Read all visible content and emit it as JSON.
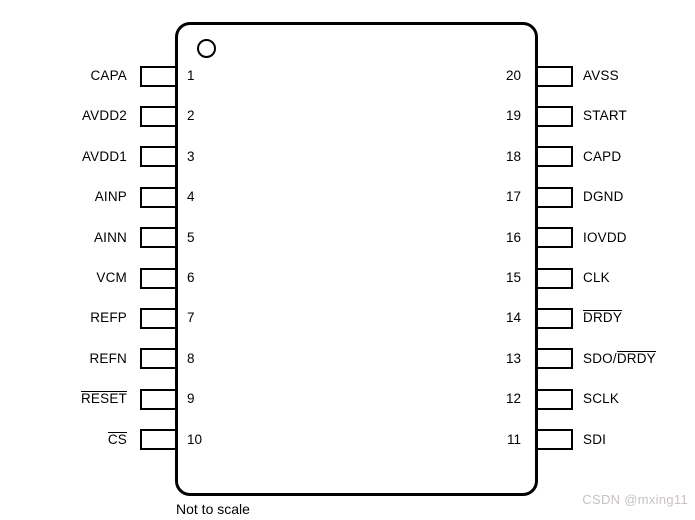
{
  "figure": {
    "caption": "Not to scale",
    "watermark": "CSDN @mxing11",
    "colors": {
      "line": "#000000",
      "background": "#ffffff",
      "watermark_text": "#c8c2c2"
    }
  },
  "chip": {
    "pin_count": 20,
    "pins_left": [
      {
        "num": "1",
        "segments": [
          {
            "text": "CAPA",
            "overline": false
          }
        ]
      },
      {
        "num": "2",
        "segments": [
          {
            "text": "AVDD2",
            "overline": false
          }
        ]
      },
      {
        "num": "3",
        "segments": [
          {
            "text": "AVDD1",
            "overline": false
          }
        ]
      },
      {
        "num": "4",
        "segments": [
          {
            "text": "AINP",
            "overline": false
          }
        ]
      },
      {
        "num": "5",
        "segments": [
          {
            "text": "AINN",
            "overline": false
          }
        ]
      },
      {
        "num": "6",
        "segments": [
          {
            "text": "VCM",
            "overline": false
          }
        ]
      },
      {
        "num": "7",
        "segments": [
          {
            "text": "REFP",
            "overline": false
          }
        ]
      },
      {
        "num": "8",
        "segments": [
          {
            "text": "REFN",
            "overline": false
          }
        ]
      },
      {
        "num": "9",
        "segments": [
          {
            "text": "RESET",
            "overline": true
          }
        ]
      },
      {
        "num": "10",
        "segments": [
          {
            "text": "CS",
            "overline": true
          }
        ]
      }
    ],
    "pins_right": [
      {
        "num": "20",
        "segments": [
          {
            "text": "AVSS",
            "overline": false
          }
        ]
      },
      {
        "num": "19",
        "segments": [
          {
            "text": "START",
            "overline": false
          }
        ]
      },
      {
        "num": "18",
        "segments": [
          {
            "text": "CAPD",
            "overline": false
          }
        ]
      },
      {
        "num": "17",
        "segments": [
          {
            "text": "DGND",
            "overline": false
          }
        ]
      },
      {
        "num": "16",
        "segments": [
          {
            "text": "IOVDD",
            "overline": false
          }
        ]
      },
      {
        "num": "15",
        "segments": [
          {
            "text": "CLK",
            "overline": false
          }
        ]
      },
      {
        "num": "14",
        "segments": [
          {
            "text": "DRDY",
            "overline": true
          }
        ]
      },
      {
        "num": "13",
        "segments": [
          {
            "text": "SDO/",
            "overline": false
          },
          {
            "text": "DRDY",
            "overline": true
          }
        ]
      },
      {
        "num": "12",
        "segments": [
          {
            "text": "SCLK",
            "overline": false
          }
        ]
      },
      {
        "num": "11",
        "segments": [
          {
            "text": "SDI",
            "overline": false
          }
        ]
      }
    ]
  }
}
